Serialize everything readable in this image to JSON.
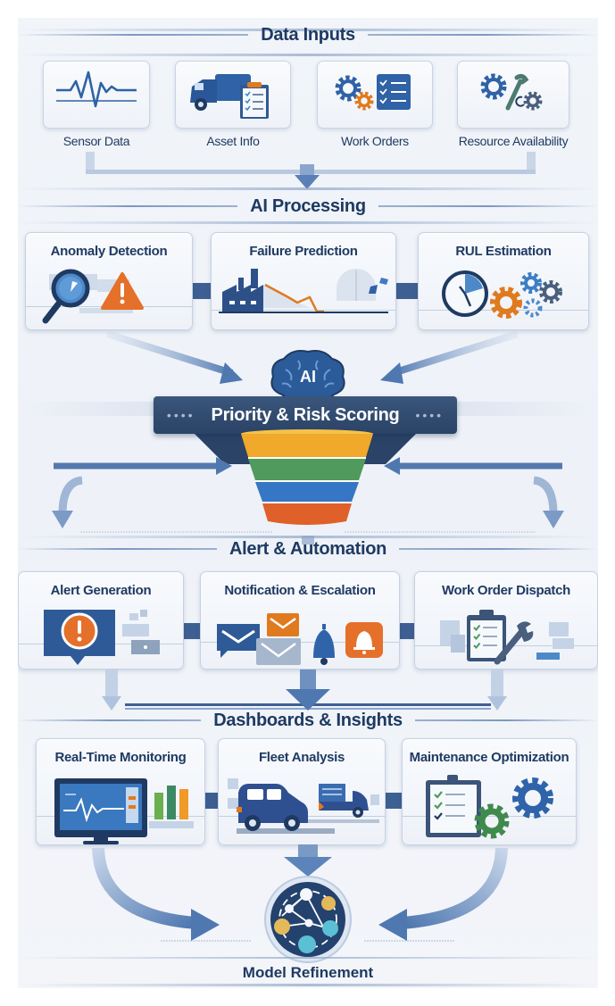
{
  "diagram": {
    "title": "AI Predictive Maintenance Workflow",
    "colors": {
      "navy": "#1f3a62",
      "primary_blue": "#2f5f9e",
      "light_blue": "#5b9bd5",
      "orange": "#e07a1f",
      "green": "#4e9a5a",
      "yellow": "#f2b632",
      "teal": "#5bbfd6",
      "panel_bg": "#eef2f8"
    },
    "sections": {
      "data_inputs": {
        "title": "Data Inputs",
        "items": [
          {
            "label": "Sensor Data",
            "icon": "waveform-icon"
          },
          {
            "label": "Asset Info",
            "icon": "truck-clipboard-icon"
          },
          {
            "label": "Work Orders",
            "icon": "gears-checklist-icon"
          },
          {
            "label": "Resource Availability",
            "icon": "gears-wrench-icon"
          }
        ]
      },
      "ai_processing": {
        "title": "AI Processing",
        "items": [
          {
            "label": "Anomaly Detection",
            "icon": "magnifier-warning-icon"
          },
          {
            "label": "Failure Prediction",
            "icon": "factory-decline-icon"
          },
          {
            "label": "RUL Estimation",
            "icon": "clock-gears-icon"
          }
        ],
        "brain_label": "AI"
      },
      "scoring": {
        "title": "Priority & Risk Scoring",
        "dots": "••••",
        "funnel_layers": [
          "#f0a92a",
          "#4f9a5c",
          "#3577c4",
          "#e0602a"
        ]
      },
      "alert_automation": {
        "title": "Alert & Automation",
        "items": [
          {
            "label": "Alert Generation",
            "icon": "alert-bubble-icon"
          },
          {
            "label": "Notification & Escalation",
            "icon": "mail-bell-icon"
          },
          {
            "label": "Work Order Dispatch",
            "icon": "clipboard-wrench-icon"
          }
        ]
      },
      "dashboards": {
        "title": "Dashboards & Insights",
        "items": [
          {
            "label": "Real-Time Monitoring",
            "icon": "monitor-chart-icon"
          },
          {
            "label": "Fleet Analysis",
            "icon": "vehicles-icon"
          },
          {
            "label": "Maintenance Optimization",
            "icon": "checklist-gears-icon"
          }
        ]
      },
      "model_refinement": {
        "title": "Model Refinement",
        "icon": "network-graph-icon"
      }
    }
  }
}
